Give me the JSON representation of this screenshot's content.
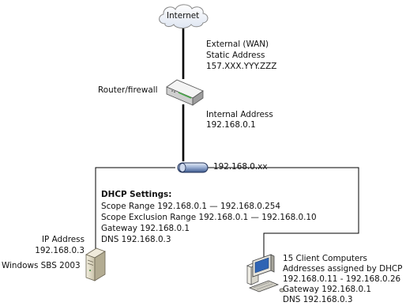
{
  "internet": {
    "label": "Internet"
  },
  "external": {
    "lines": [
      "External (WAN)",
      "Static Address",
      "157.XXX.YYY.ZZZ"
    ]
  },
  "router": {
    "label": "Router/firewall"
  },
  "internal": {
    "lines": [
      "Internal Address",
      "192.168.0.1"
    ]
  },
  "hub": {
    "label": "192.168.0.xx"
  },
  "dhcp": {
    "title": "DHCP Settings:",
    "lines": [
      "Scope Range 192.168.0.1 — 192.168.0.254",
      "Scope Exclusion Range 192.168.0.1 — 192.168.0.10",
      "Gateway 192.168.0.1",
      "DNS 192.168.0.3"
    ]
  },
  "server": {
    "ip_lines": [
      "IP Address",
      "192.168.0.3"
    ],
    "label": "Windows SBS 2003"
  },
  "clients": {
    "lines": [
      "15 Client Computers",
      "Addresses assigned by DHCP",
      "192.168.0.11 - 192.168.0.26",
      "Gateway 192.168.0.1",
      "DNS 192.168.0.3"
    ]
  }
}
